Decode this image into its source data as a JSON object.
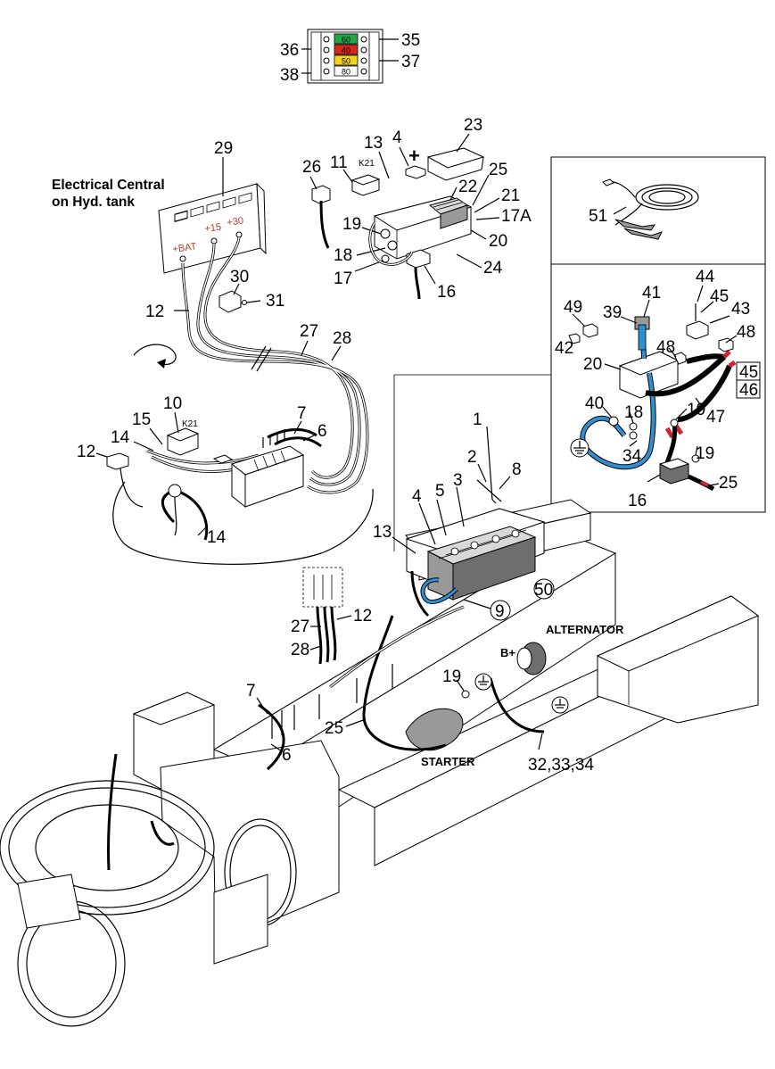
{
  "labels": {
    "electrical_central_line1": "Electrical Central",
    "electrical_central_line2": "on Hyd. tank",
    "alternator": "ALTERNATOR",
    "starter": "STARTER",
    "b_plus": "B+",
    "plus_bat": "+BAT",
    "plus_15": "+15",
    "plus_30": "+30",
    "k21_top": "K21",
    "k21_mid": "K21",
    "plus_sign": "+"
  },
  "fuse_block": {
    "fuses": [
      "60",
      "40",
      "50",
      "80"
    ],
    "colors": [
      "#1fa64a",
      "#d9261c",
      "#f1d41c",
      "#ffffff"
    ],
    "callouts": {
      "left_top": "36",
      "left_bottom": "38",
      "right_top": "35",
      "right_bottom": "37"
    }
  },
  "colors": {
    "blue_cable": "#2f8fd0",
    "red_cable": "#d0232a"
  },
  "callouts": {
    "c1": "1",
    "c2": "2",
    "c3": "3",
    "c4_top": "4",
    "c4_bat": "4",
    "c5": "5",
    "c6_mid": "6",
    "c6_low": "6",
    "c7_mid": "7",
    "c7_low": "7",
    "c8": "8",
    "c9": "9",
    "c10": "10",
    "c11": "11",
    "c12_left": "12",
    "c12_mid": "12",
    "c12_low": "12",
    "c13_top": "13",
    "c13_bat": "13",
    "c14_a": "14",
    "c14_b": "14",
    "c15": "15",
    "c16_top": "16",
    "c16_inset": "16",
    "c17": "17",
    "c17a": "17A",
    "c18_top": "18",
    "c18_inset": "18",
    "c19_top": "19",
    "c19_inset_a": "19",
    "c19_inset_b": "19",
    "c19_low": "19",
    "c20_top": "20",
    "c20_inset": "20",
    "c21": "21",
    "c22": "22",
    "c23": "23",
    "c24": "24",
    "c25_top": "25",
    "c25_inset": "25",
    "c25_low": "25",
    "c26": "26",
    "c27_mid": "27",
    "c27_low": "27",
    "c28_mid": "28",
    "c28_low": "28",
    "c29": "29",
    "c30": "30",
    "c31": "31",
    "c32_34": "32,33,34",
    "c34": "34",
    "c39": "39",
    "c40": "40",
    "c41": "41",
    "c42": "42",
    "c43": "43",
    "c44": "44",
    "c45": "45",
    "c46": "46",
    "c47": "47",
    "c48_a": "48",
    "c48_b": "48",
    "c49": "49",
    "c50": "50",
    "c51": "51"
  }
}
